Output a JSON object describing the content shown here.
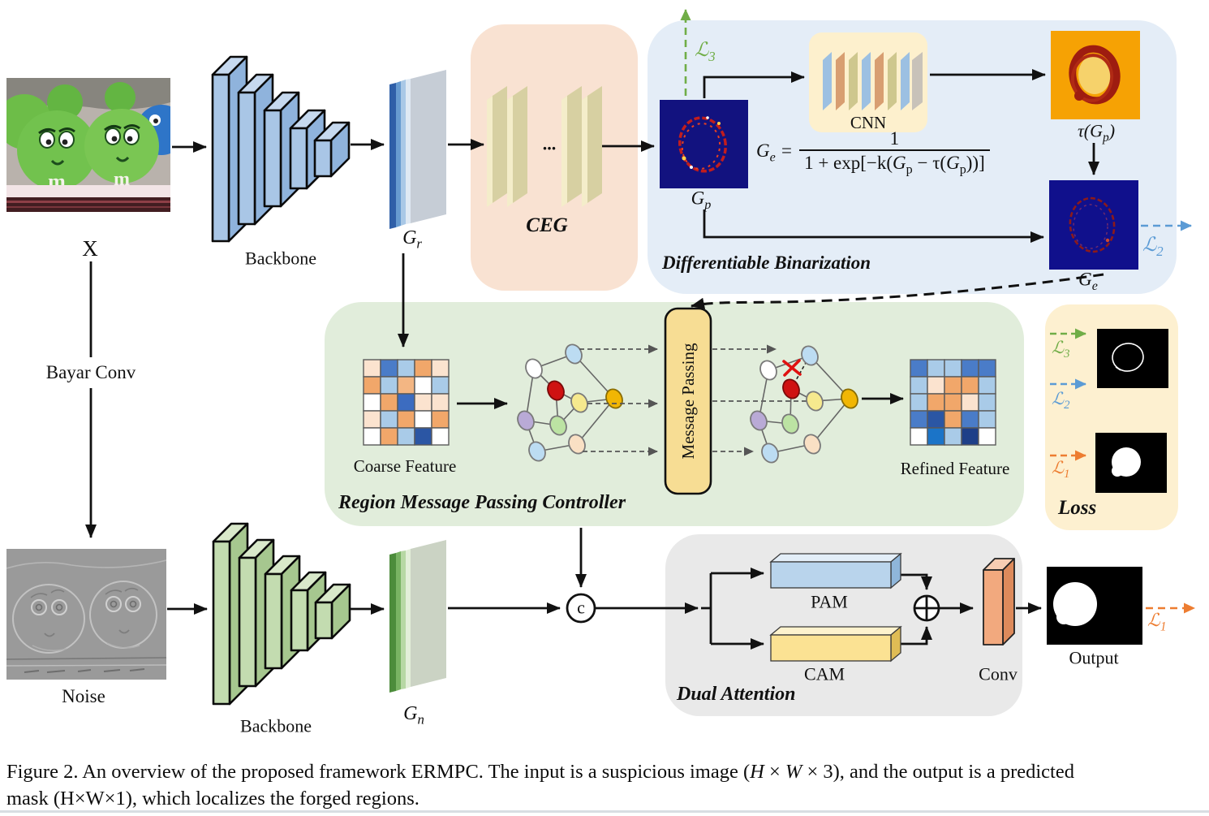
{
  "figure": {
    "labels": {
      "input": "X",
      "backbone": "Backbone",
      "gr": {
        "base": "G",
        "sub": "r"
      },
      "gn": {
        "base": "G",
        "sub": "n"
      },
      "gp": {
        "base": "G",
        "sub": "p"
      },
      "ge": {
        "base": "G",
        "sub": "e"
      },
      "dots": "...",
      "ceg": "CEG",
      "cnn": "CNN",
      "tau": {
        "pre": "τ(G",
        "sub": "p",
        "post": ")"
      },
      "db": "Differentiable Binarization",
      "l1": {
        "base": "ℒ",
        "sub": "1"
      },
      "l2": {
        "base": "ℒ",
        "sub": "2"
      },
      "l3": {
        "base": "ℒ",
        "sub": "3"
      },
      "coarse": "Coarse Feature",
      "refined": "Refined Feature",
      "mp": "Message Passing",
      "rmpc": "Region Message Passing Controller",
      "loss": "Loss",
      "bayar": "Bayar Conv",
      "noise": "Noise",
      "concat": "c",
      "pam": "PAM",
      "cam": "CAM",
      "da": "Dual Attention",
      "conv": "Conv",
      "output": "Output",
      "plush_letter": "m"
    },
    "formula": {
      "lhs_base": "G",
      "lhs_sub": "e",
      "eq": " = ",
      "num": "1",
      "den0": "1 + exp[−k(",
      "g1": "G",
      "g1s": "p",
      "mid": " − τ(",
      "g2": "G",
      "g2s": "p",
      "end": "))]"
    },
    "colors": {
      "loss1_orange": "#ed7d31",
      "loss2_blue": "#5b9bd5",
      "loss3_green": "#70ad47",
      "db_box": "#e4edf7",
      "ceg_box": "#f9e2d2",
      "rmpc_box": "#e1eddb",
      "loss_box": "#fdf0d0",
      "da_box": "#e9e9e9"
    },
    "grids": {
      "coarse": [
        [
          "#fbe3cf",
          "#4a7cc8",
          "#a9cbe8",
          "#f1a76a",
          "#fbe3cf"
        ],
        [
          "#f1a76a",
          "#a9cbe8",
          "#f3b683",
          "#ffffff",
          "#a9cbe8"
        ],
        [
          "#ffffff",
          "#f1a76a",
          "#3c6cc0",
          "#fbe3cf",
          "#fbe3cf"
        ],
        [
          "#fbe3cf",
          "#a9cbe8",
          "#f1a76a",
          "#ffffff",
          "#f1a76a"
        ],
        [
          "#ffffff",
          "#f1a76a",
          "#a9cbe8",
          "#2b56a4",
          "#ffffff"
        ]
      ],
      "refined": [
        [
          "#4a7cc8",
          "#a9cbe8",
          "#a9cbe8",
          "#4a7cc8",
          "#4a7cc8"
        ],
        [
          "#a9cbe8",
          "#fbe3cf",
          "#f1a76a",
          "#f1a76a",
          "#a9cbe8"
        ],
        [
          "#a9cbe8",
          "#f1a76a",
          "#f1a76a",
          "#fbe3cf",
          "#a9cbe8"
        ],
        [
          "#4a7cc8",
          "#2b56a4",
          "#f1a76a",
          "#4a7cc8",
          "#a9cbe8"
        ],
        [
          "#ffffff",
          "#1b74c8",
          "#a9cbe8",
          "#1e3f88",
          "#ffffff"
        ]
      ]
    }
  },
  "caption": {
    "p0": "Figure 2. An overview of the proposed framework ERMPC. The input is a suspicious image (",
    "h": "H",
    "x1": " × ",
    "w": "W",
    "p2": " × 3), and the output is a predicted",
    "line2": "mask (H×W×1), which localizes the forged regions."
  }
}
